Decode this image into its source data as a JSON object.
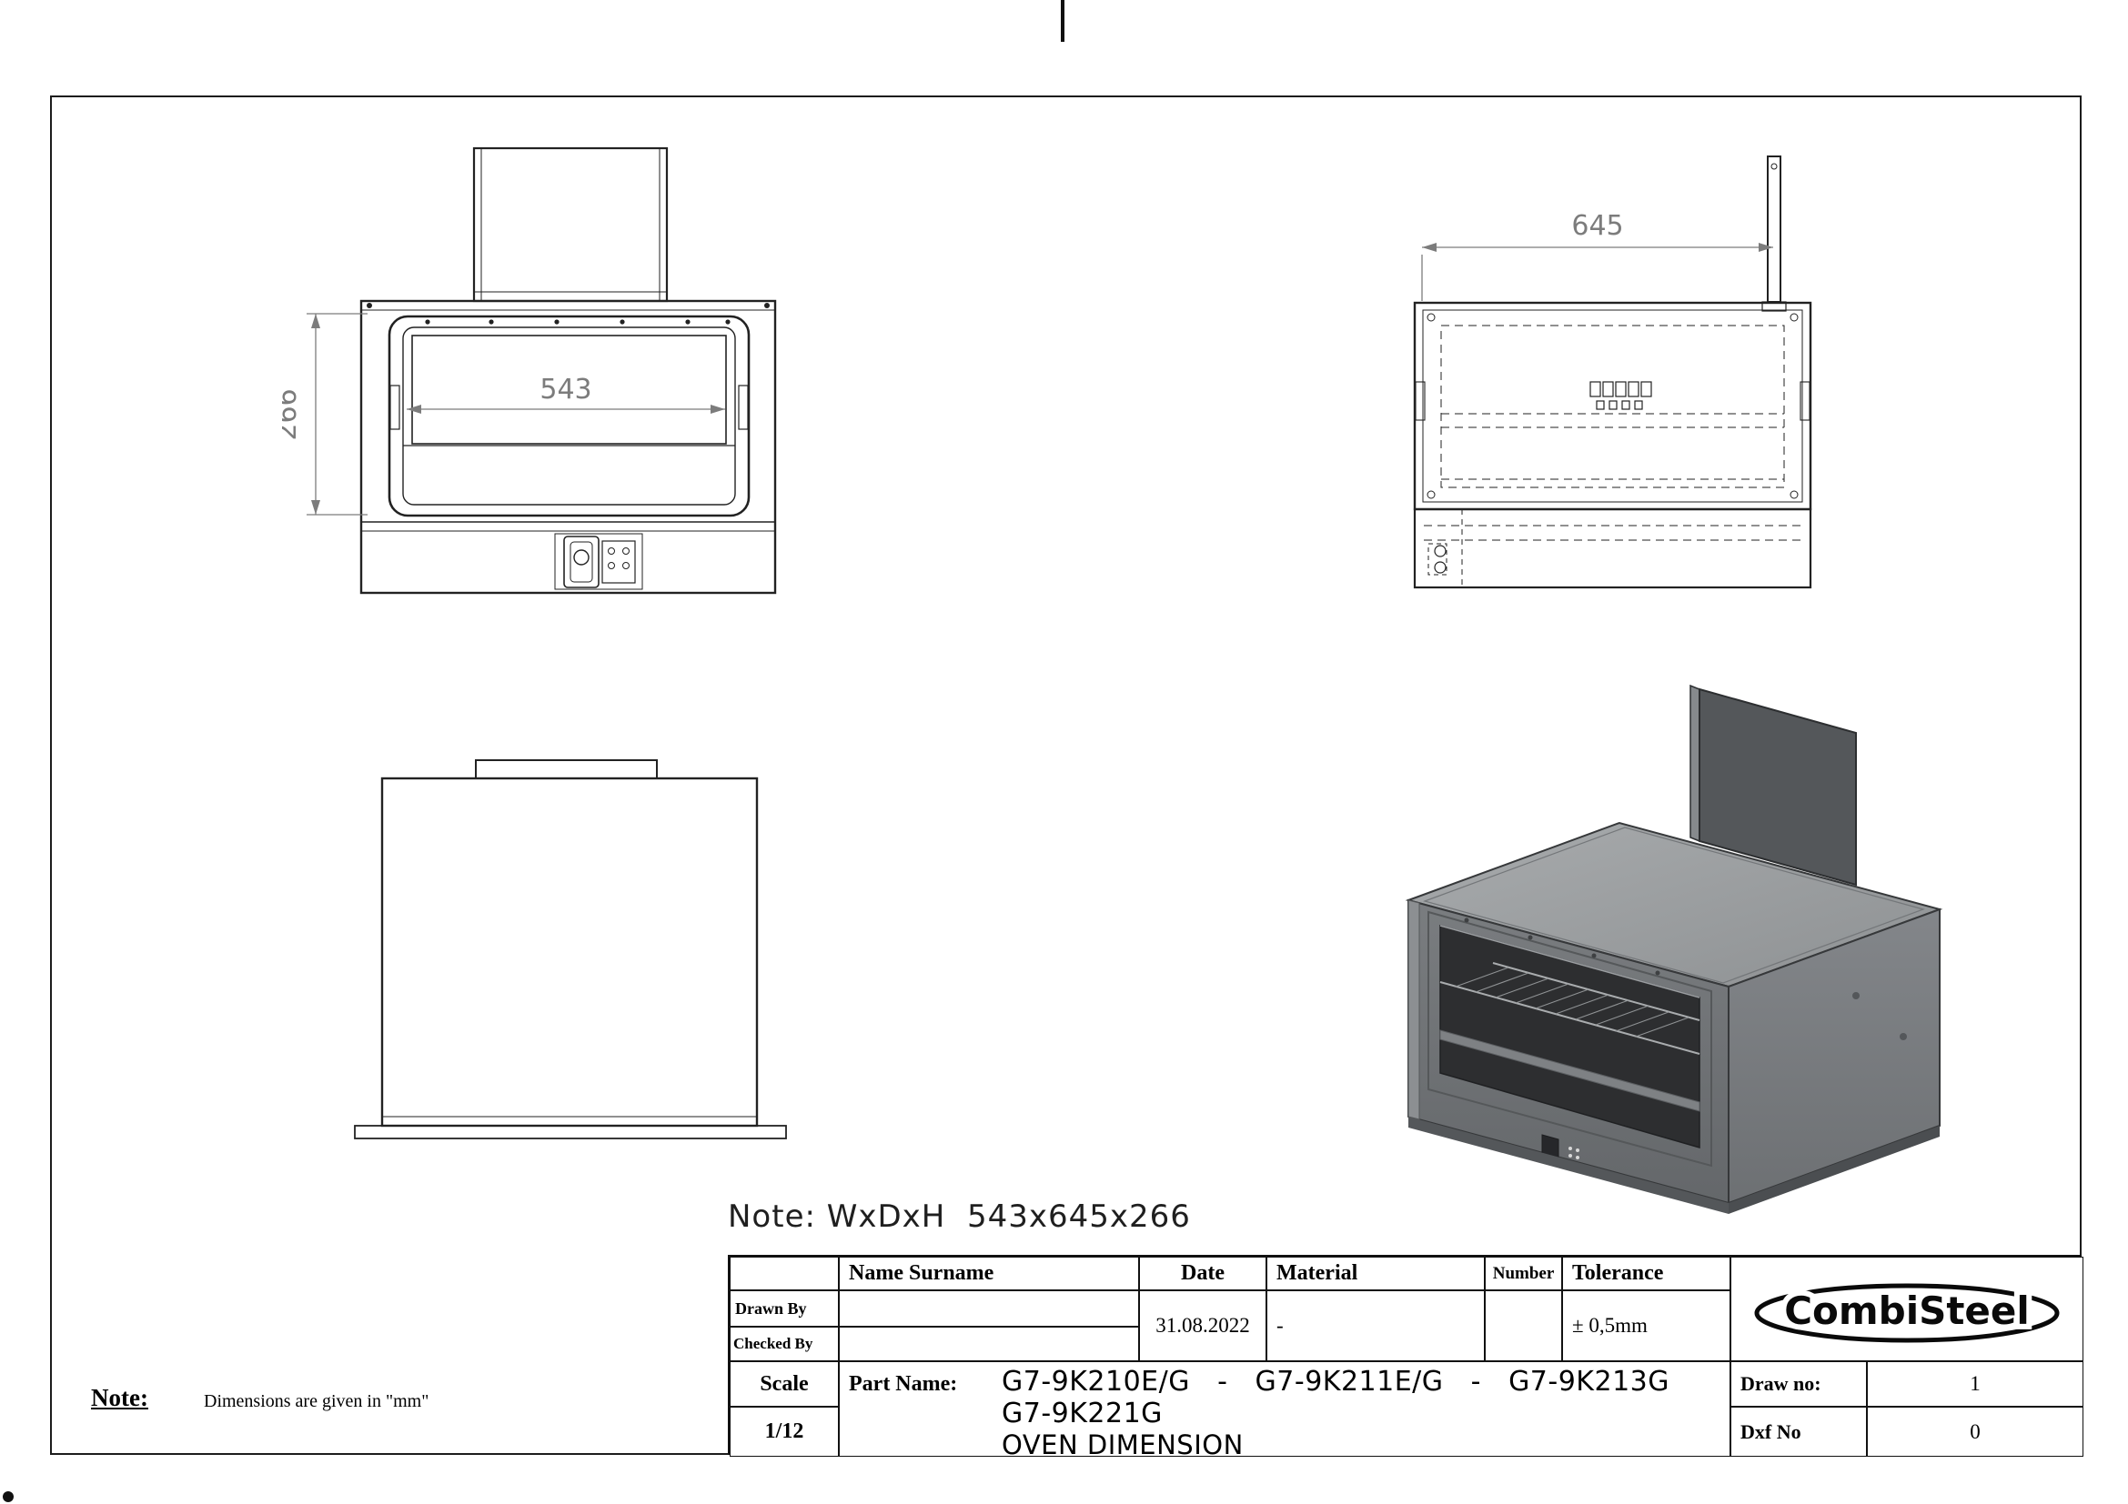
{
  "sheet": {
    "note_top_right": "Note: WxDxH  543x645x266",
    "footnote_label": "Note:",
    "footnote_text": "Dimensions are given in \"mm\""
  },
  "dimensions": {
    "width": "543",
    "depth": "645",
    "height": "266"
  },
  "title_block": {
    "headers": {
      "name_surname": "Name Surname",
      "date": "Date",
      "material": "Material",
      "number": "Number",
      "tolerance": "Tolerance"
    },
    "rows": {
      "drawn_by": "Drawn By",
      "checked_by": "Checked By"
    },
    "values": {
      "date": "31.08.2022",
      "material": "-",
      "tolerance": "± 0,5mm"
    },
    "scale_label": "Scale",
    "scale_value": "1/12",
    "part_name_label": "Part Name:",
    "part_names_line1": "G7-9K210E/G   -   G7-9K211E/G   -   G7-9K213G",
    "part_names_line2": "G7-9K221G",
    "drawing_title": "OVEN DIMENSION",
    "brand": "CombiSteel",
    "draw_no_label": "Draw no:",
    "draw_no_value": "1",
    "dxf_no_label": "Dxf No",
    "dxf_no_value": "0"
  },
  "colors": {
    "dimension_gray": "#7c7c7c",
    "line_black": "#222222"
  }
}
